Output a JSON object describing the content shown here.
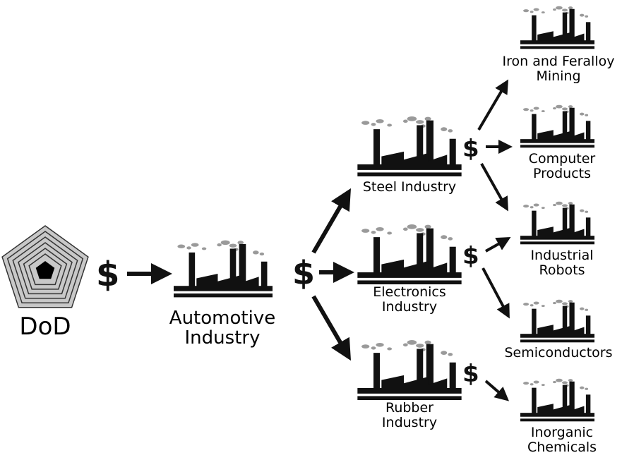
{
  "colors": {
    "ink": "#111111",
    "smoke": "#9a9a9a",
    "pentagon_light": "#c8c8c8",
    "pentagon_line": "#333333"
  },
  "dod": {
    "label": "DoD"
  },
  "tier1": [
    {
      "label": "Automotive\nIndustry",
      "icon": "factory-icon"
    }
  ],
  "tier2": [
    {
      "label": "Steel Industry",
      "icon": "factory-icon"
    },
    {
      "label": "Electronics\nIndustry",
      "icon": "factory-icon"
    },
    {
      "label": "Rubber\nIndustry",
      "icon": "factory-icon"
    }
  ],
  "tier3": [
    {
      "label": "Iron and Feralloy\nMining",
      "icon": "factory-icon"
    },
    {
      "label": "Computer\nProducts",
      "icon": "factory-icon"
    },
    {
      "label": "Industrial\nRobots",
      "icon": "factory-icon"
    },
    {
      "label": "Semiconductors",
      "icon": "factory-icon"
    },
    {
      "label": "Inorganic\nChemicals",
      "icon": "factory-icon"
    }
  ],
  "money_symbol": "$"
}
